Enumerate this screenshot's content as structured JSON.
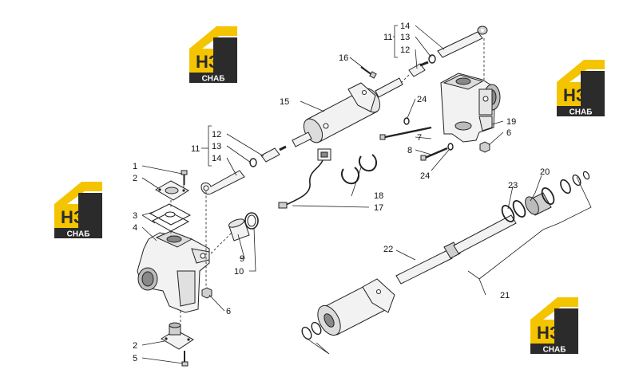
{
  "logo": {
    "mark": "НЗ",
    "word": "CHAБ",
    "colors": {
      "yellow": "#f5c400",
      "dark": "#2b2b2b",
      "white": "#ffffff"
    }
  },
  "callouts": {
    "c1": "1",
    "c2a": "2",
    "c2b": "2",
    "c3": "3",
    "c4": "4",
    "c5": "5",
    "c6a": "6",
    "c6b": "6",
    "c7": "7",
    "c8": "8",
    "c9": "9",
    "c10": "10",
    "c11a": "11",
    "c11b": "11",
    "c12a": "12",
    "c12b": "12",
    "c13a": "13",
    "c13b": "13",
    "c14a": "14",
    "c14b": "14",
    "c15": "15",
    "c16": "16",
    "c17": "17",
    "c18": "18",
    "c19": "19",
    "c20": "20",
    "c21": "21",
    "c22": "22",
    "c23": "23",
    "c24a": "24",
    "c24b": "24"
  }
}
